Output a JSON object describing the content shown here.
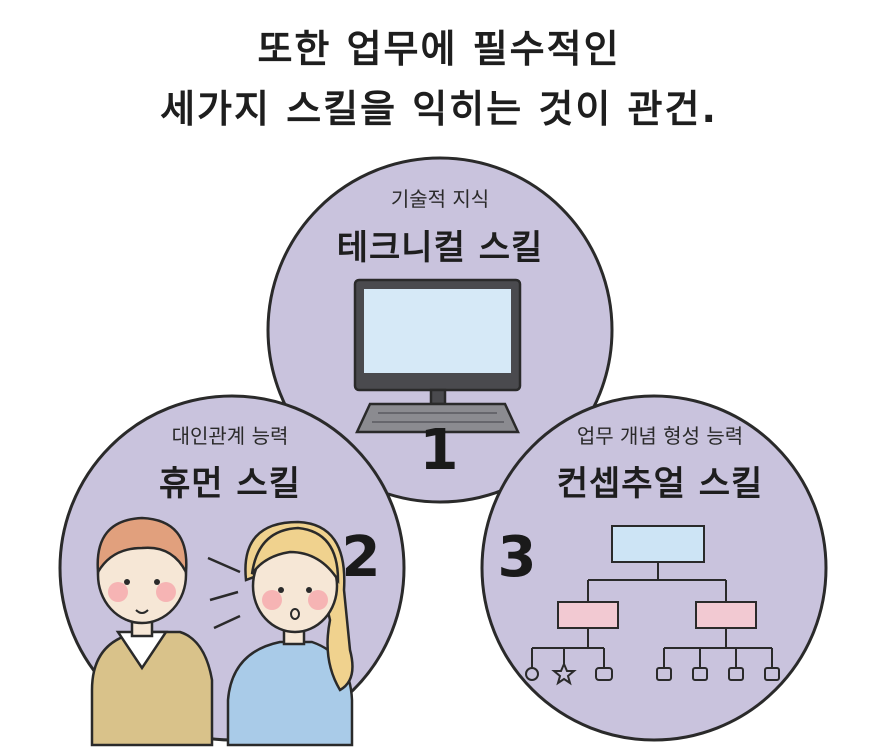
{
  "headline": {
    "line1": "또한 업무에 필수적인",
    "line2": "세가지 스킬을 익히는 것이 관건."
  },
  "skills": [
    {
      "number": "1",
      "subtitle": "기술적 지식",
      "title": "테크니컬 스킬",
      "icon": "computer-monitor-keyboard-icon"
    },
    {
      "number": "2",
      "subtitle": "대인관계 능력",
      "title": "휴먼 스킬",
      "icon": "two-people-talking-icon"
    },
    {
      "number": "3",
      "subtitle": "업무 개념 형성 능력",
      "title": "컨셉추얼 스킬",
      "icon": "org-chart-icon"
    }
  ],
  "colors": {
    "circle": "#c9c3dd",
    "outline": "#2a2a2a",
    "screen": "#d6e9f7",
    "chart_top": "#cde4f5",
    "chart_mid": "#f2c9d2"
  }
}
